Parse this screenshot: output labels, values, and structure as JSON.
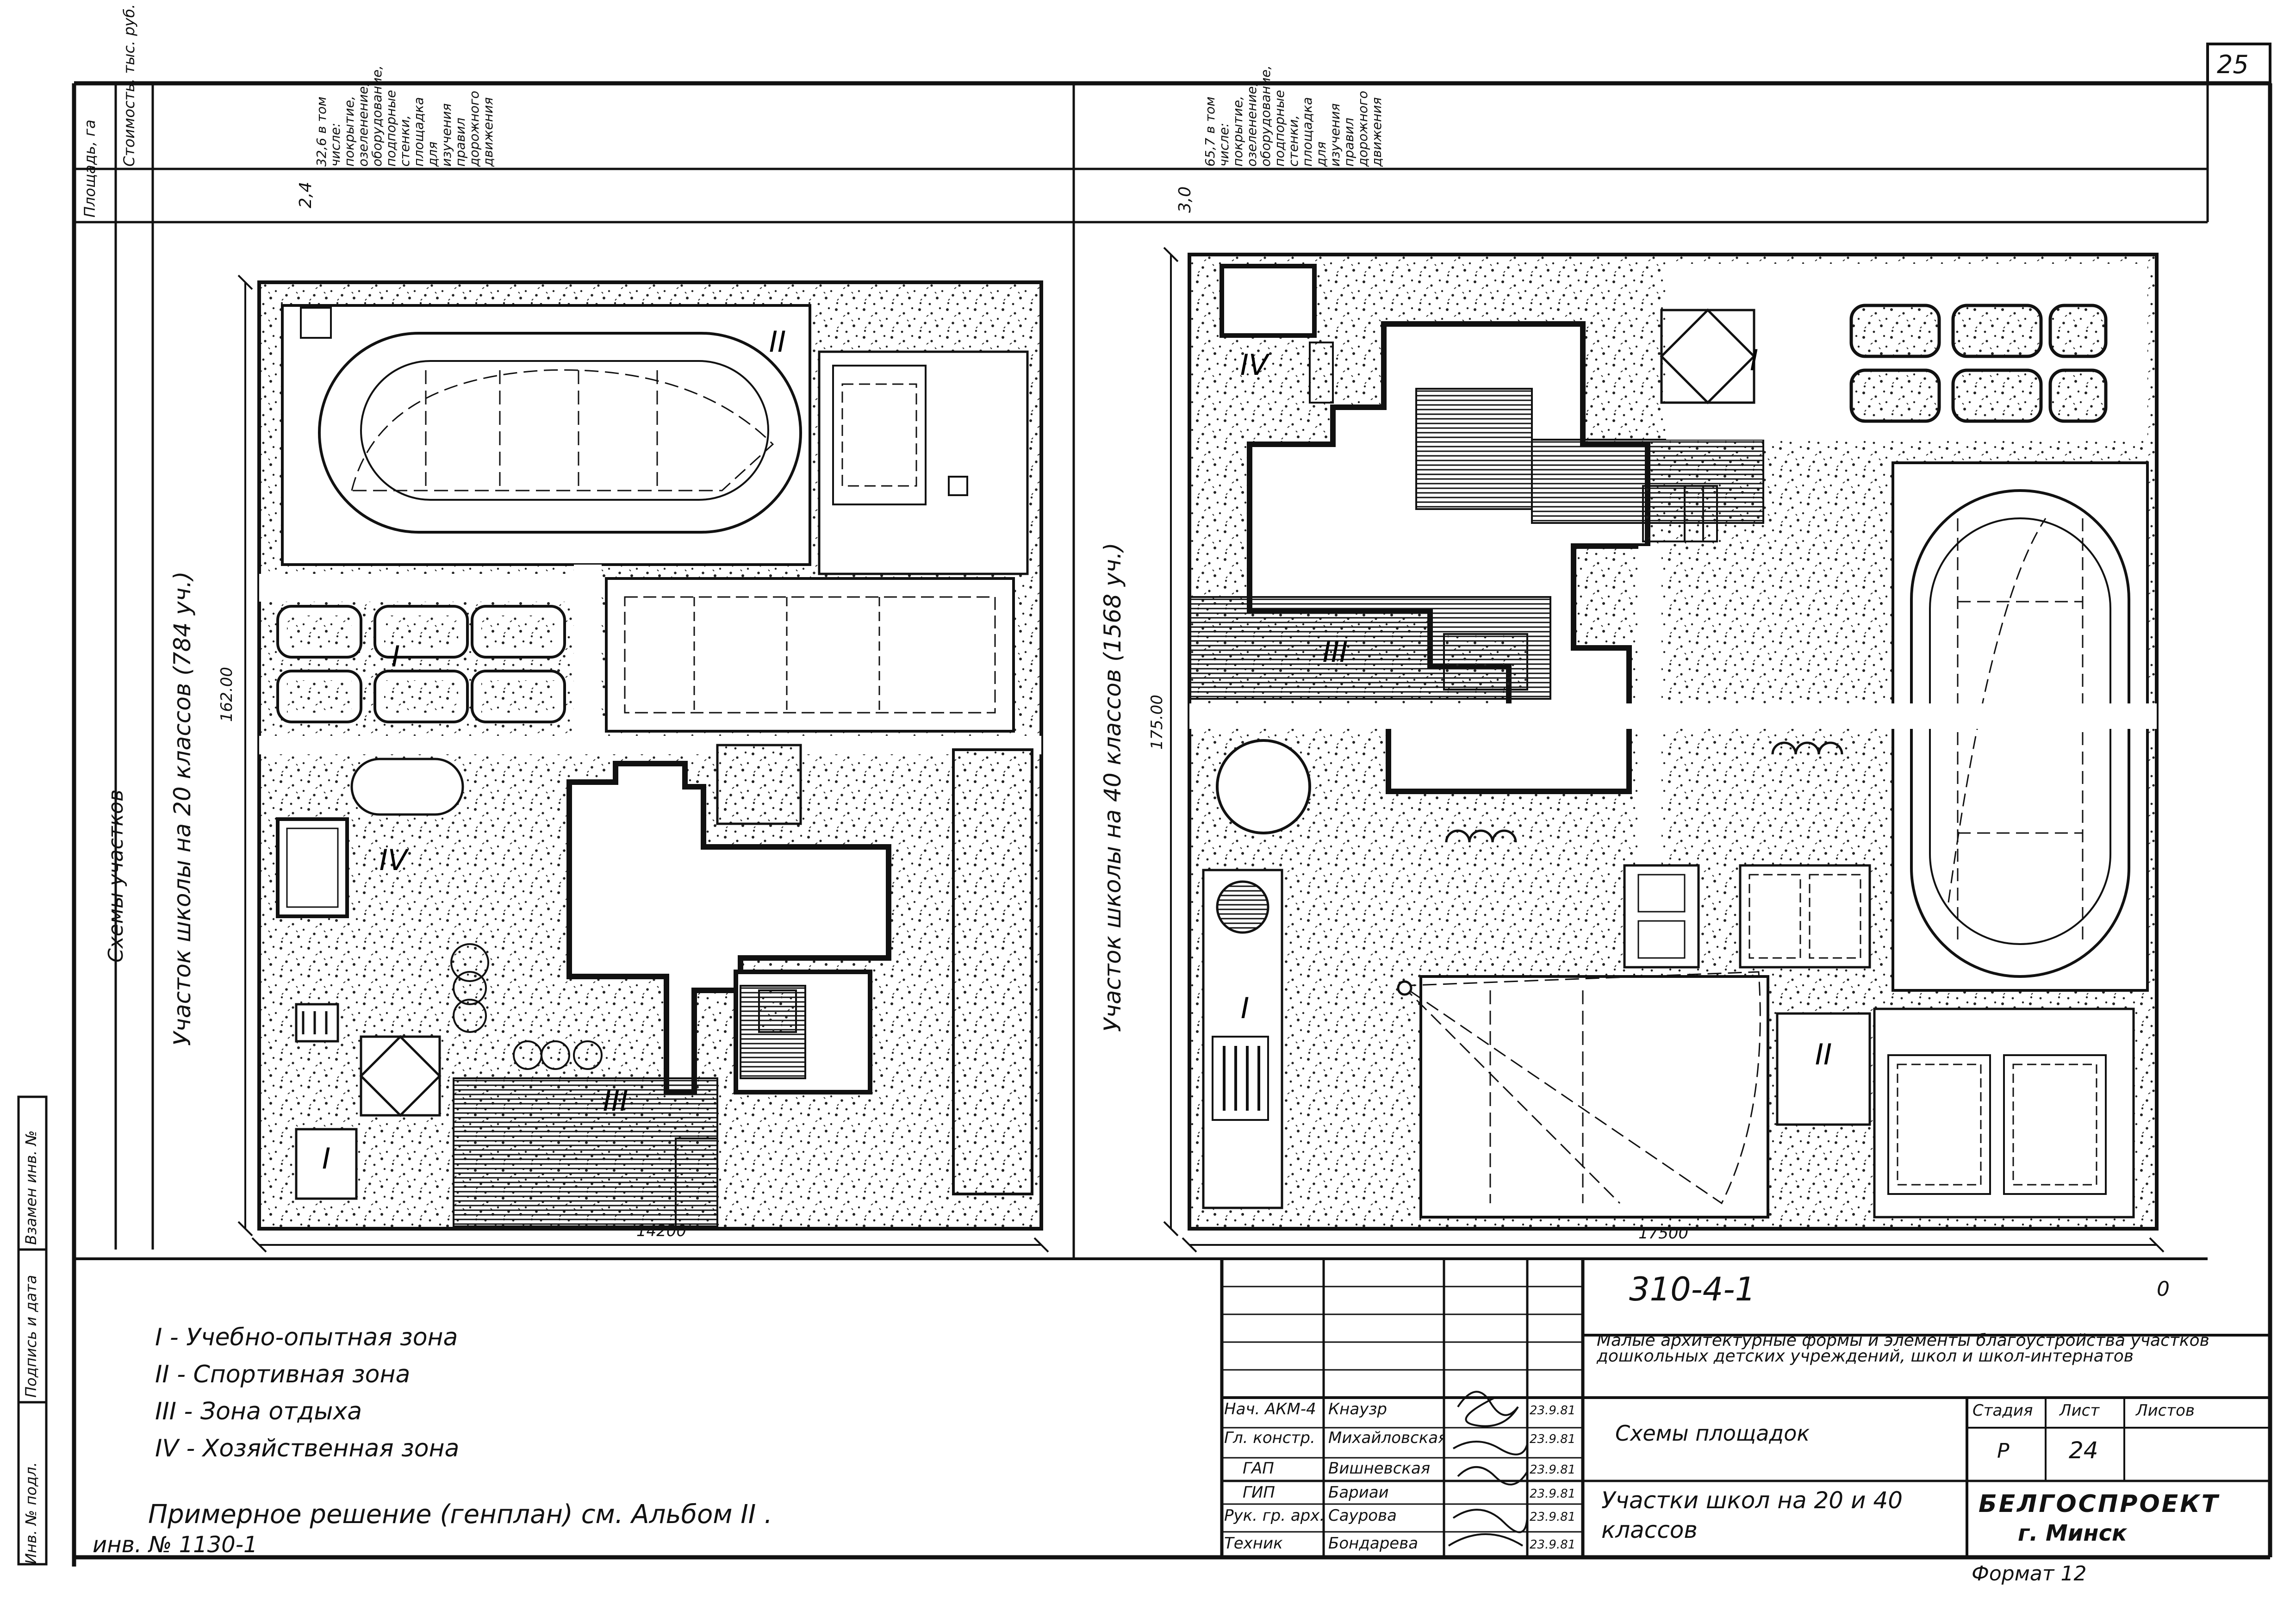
{
  "sheet_number": "25",
  "header": {
    "area_heading": "Площадь, га",
    "cost_heading": "Стоимость, тыс. руб.",
    "left_area": "2,4",
    "left_cost": "32,6 в том числе: покрытие, озеленение, оборудование, подпорные стенки, площадка для изучения правил дорожного движения",
    "right_area": "3,0",
    "right_cost": "65,7 в том числе: покрытие, озеленение, оборудование, подпорные стенки, площадка для изучения правил дорожного движения"
  },
  "left_column_title": "Схемы участков",
  "left_plan": {
    "label": "Участок школы на 20 классов (784 уч.)",
    "width_dim": "14200",
    "height_dim": "162.00"
  },
  "right_plan": {
    "label": "Участок школы на 40 классов (1568 уч.)",
    "width_dim": "17500",
    "height_dim": "175.00"
  },
  "zones": {
    "z1": "I",
    "z2": "II",
    "z3": "III",
    "z4": "IV"
  },
  "legend": {
    "items": [
      "I - Учебно-опытная зона",
      "II - Спортивная зона",
      "III - Зона отдыха",
      "IV - Хозяйственная зона"
    ],
    "note": "Примерное решение (генплан) см. Альбом II .",
    "inv": "инв. № 1130-1"
  },
  "side_stamp": [
    "Инв. № подл.",
    "Подпись и дата",
    "Взамен инв. №"
  ],
  "title_block": {
    "code": "310-4-1",
    "zero": "0",
    "project_title": "Малые архитектурные формы и элементы благоустройства участков дошкольных детских учреждений, школ и школ-интернатов",
    "roles": [
      {
        "role": "Нач. АКМ-4",
        "name": "Кнаузр",
        "date": "23.9.81"
      },
      {
        "role": "Гл. констр.",
        "name": "Михайловская",
        "date": "23.9.81"
      },
      {
        "role": "ГАП",
        "name": "Вишневская",
        "date": "23.9.81"
      },
      {
        "role": "ГИП",
        "name": "Бариаи",
        "date": "23.9.81"
      },
      {
        "role": "Рук. гр. арх.",
        "name": "Саурова",
        "date": "23.9.81"
      },
      {
        "role": "Техник",
        "name": "Бондарева",
        "date": "23.9.81"
      }
    ],
    "sheet_title": "Схемы площадок",
    "sheet_subtitle": "Участки школ на 20 и 40 классов",
    "stage_label": "Стадия",
    "sheet_label": "Лист",
    "sheets_label": "Листов",
    "stage": "Р",
    "sheet": "24",
    "sheets": "",
    "org": "БЕЛГОСПРОЕКТ",
    "city": "г. Минск"
  },
  "format": "Формат 12"
}
